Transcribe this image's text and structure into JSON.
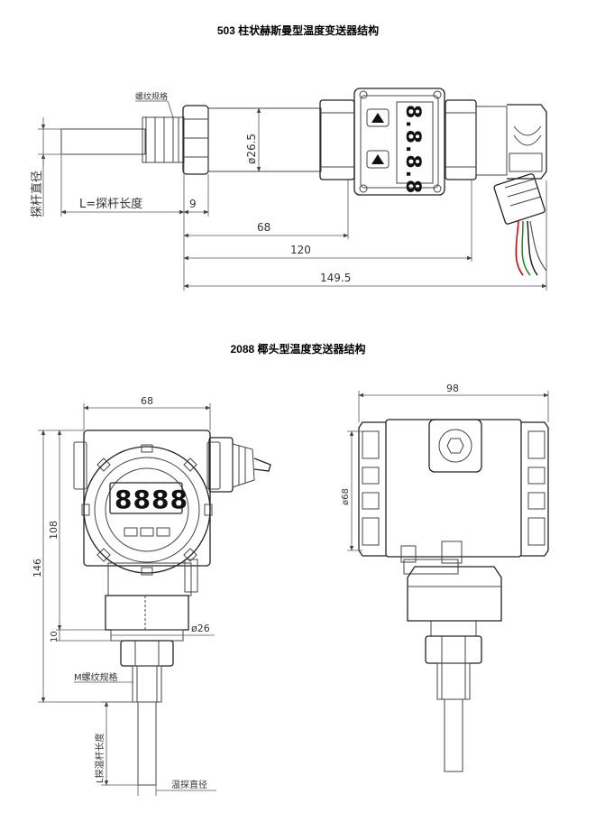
{
  "titles": {
    "top": "503 柱状赫斯曼型温度变送器结构",
    "bottom": "2088 椰头型温度变送器结构"
  },
  "diagram1": {
    "thread_label": "螺纹规格",
    "probe_diameter_label": "探杆直径",
    "probe_length_label": "L=探杆长度",
    "dim_9": "9",
    "dim_68": "68",
    "dim_120": "120",
    "dim_149_5": "149.5",
    "dim_d26_5": "ø26.5",
    "display_digits": "8.8.8.8"
  },
  "diagram2": {
    "dim_68": "68",
    "dim_108": "108",
    "dim_146": "146",
    "dim_10": "10",
    "dim_d26": "ø26",
    "thread_label": "M螺纹规格",
    "probe_length_label": "L探温杆长度",
    "probe_diameter_label": "温探直径",
    "display_digits": "8888"
  },
  "diagram3": {
    "dim_98": "98",
    "dim_d68": "ø68"
  }
}
